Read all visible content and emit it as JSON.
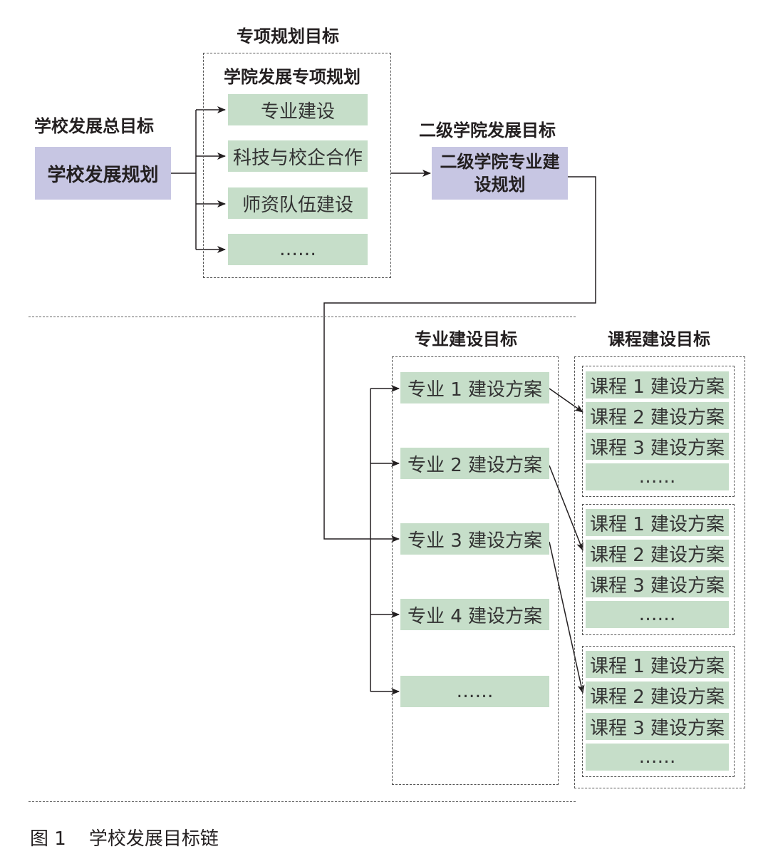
{
  "top": {
    "school_goal_label": "学校发展总目标",
    "school_plan": "学校发展规划",
    "special_goal_label": "专项规划目标",
    "college_special_label": "学院发展专项规划",
    "special_items": [
      "专业建设",
      "科技与校企合作",
      "师资队伍建设",
      "……"
    ],
    "secondary_goal_label": "二级学院发展目标",
    "secondary_plan": [
      "二级学院专业建",
      "设规划"
    ]
  },
  "bottom": {
    "major_goal_label": "专业建设目标",
    "course_goal_label": "课程建设目标",
    "major_items": [
      "专业 1 建设方案",
      "专业 2 建设方案",
      "专业 3 建设方案",
      "专业 4 建设方案",
      "……"
    ],
    "course_groups": [
      [
        "课程 1 建设方案",
        "课程 2 建设方案",
        "课程 3 建设方案",
        "……"
      ],
      [
        "课程 1 建设方案",
        "课程 2 建设方案",
        "课程 3 建设方案",
        "……"
      ],
      [
        "课程 1 建设方案",
        "课程 2 建设方案",
        "课程 3 建设方案",
        "……"
      ]
    ]
  },
  "caption": {
    "fig_no": "图 1",
    "title": "学校发展目标链"
  }
}
